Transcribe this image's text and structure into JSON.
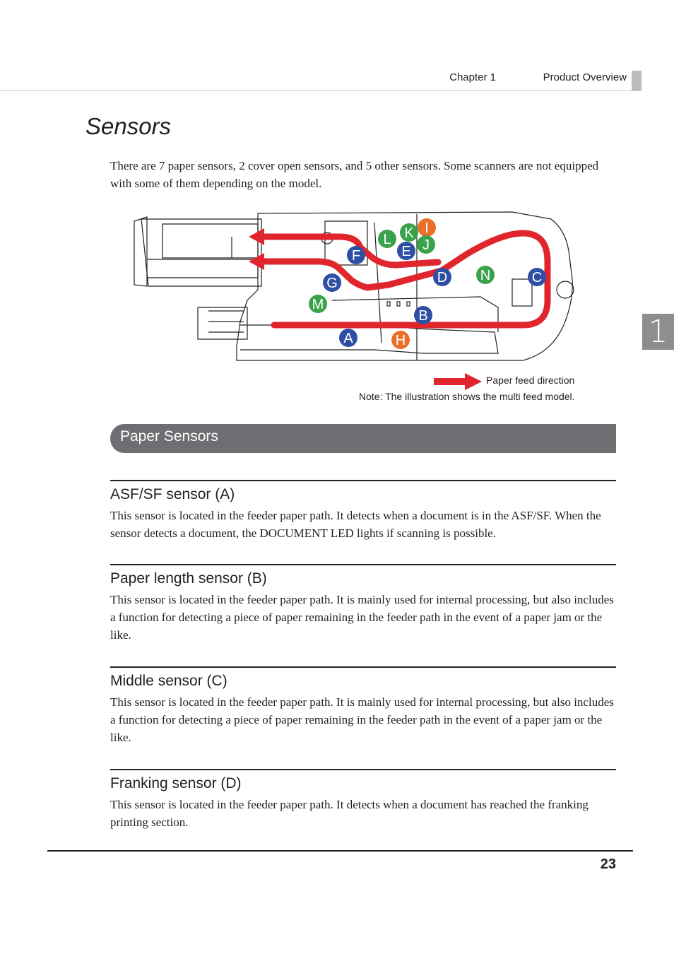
{
  "header": {
    "chapter": "Chapter 1",
    "section": "Product Overview"
  },
  "chapter_tab": "1",
  "title": "Sensors",
  "intro": "There are 7 paper sensors, 2 cover open sensors, and 5 other sensors. Some scanners are not equipped with some of them depending on the model.",
  "diagram": {
    "sensor_labels": [
      "A",
      "B",
      "C",
      "D",
      "E",
      "F",
      "G",
      "H",
      "I",
      "J",
      "K",
      "L",
      "M",
      "N"
    ],
    "colors": {
      "paper_sensor": "#2e4fa3",
      "cover_open_sensor": "#e8702a",
      "other_sensor": "#3aa24a",
      "feed_path": "#e1252d"
    },
    "legend": "Paper feed direction",
    "note": "Note: The illustration shows the multi feed model."
  },
  "section": {
    "title": "Paper Sensors"
  },
  "subsections": [
    {
      "heading": "ASF/SF sensor (A)",
      "body": "This sensor is located in the feeder paper path. It detects when a document is in the ASF/SF. When the sensor detects a document, the DOCUMENT LED lights if scanning is possible."
    },
    {
      "heading": "Paper length sensor (B)",
      "body": "This sensor is located in the feeder paper path. It is mainly used for internal processing, but also includes a function for detecting a piece of paper remaining in the feeder path in the event of a paper jam or the like."
    },
    {
      "heading": "Middle sensor (C)",
      "body": "This sensor is located in the feeder paper path. It is mainly used for internal processing, but also includes a function for detecting a piece of paper remaining in the feeder path in the event of a paper jam or the like."
    },
    {
      "heading": "Franking sensor (D)",
      "body": "This sensor is located in the feeder paper path. It detects when a document has reached the franking printing section."
    }
  ],
  "page_number": "23"
}
